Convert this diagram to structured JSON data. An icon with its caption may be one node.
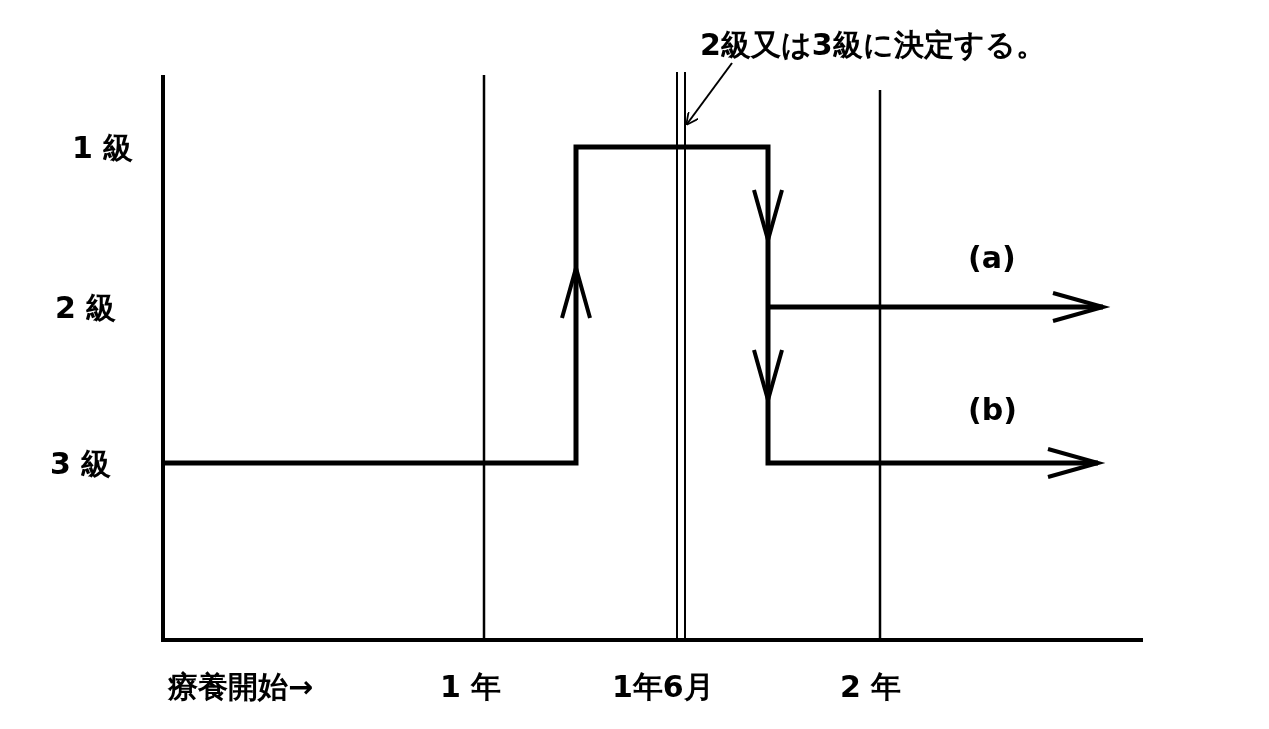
{
  "diagram": {
    "nodes": [
      {
        "text": [
          "2級又は3級に決定する。"
        ]
      },
      {
        "text": [],
        "shape": "line"
      }
    ],
    "edges": [
      {
        "from": 0,
        "to": 1,
        "arrow": "to"
      }
    ],
    "labels": [
      "1 級",
      "(a)",
      "2 級",
      "(b)",
      "3 級",
      "療養開始→",
      "1 年",
      "1年6月",
      "2 年"
    ]
  }
}
